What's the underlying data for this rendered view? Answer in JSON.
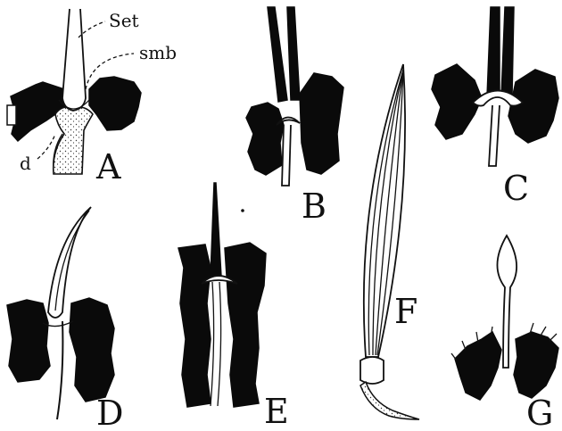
{
  "figure": {
    "panels": [
      "A",
      "B",
      "C",
      "D",
      "E",
      "F",
      "G"
    ],
    "callouts": {
      "seta": "Set",
      "socket_membrane": "smb",
      "dendrite": "d"
    }
  }
}
